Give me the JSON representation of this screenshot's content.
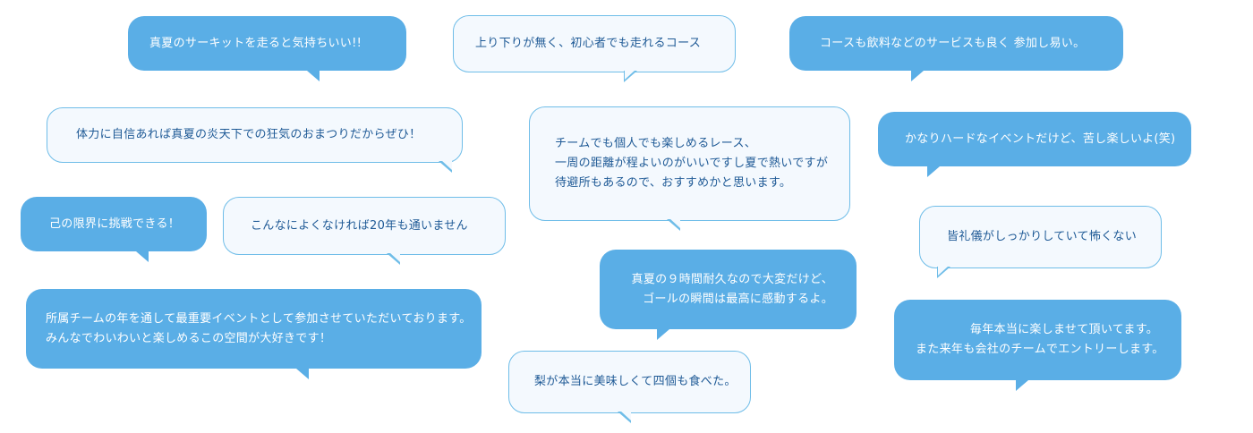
{
  "comments": [
    {
      "lines": [
        "真夏のサーキットを走ると気持ちいい!!"
      ]
    },
    {
      "lines": [
        "上り下りが無く、初心者でも走れるコース"
      ]
    },
    {
      "lines": [
        "コースも飲料などのサービスも良く 参加し易い。"
      ]
    },
    {
      "lines": [
        "体力に自信あれば真夏の炎天下での狂気のおまつりだからぜひ！"
      ]
    },
    {
      "lines": [
        "チームでも個人でも楽しめるレース、",
        "一周の距離が程よいのがいいですし夏で熱いですが",
        "待避所もあるので、おすすめかと思います。"
      ]
    },
    {
      "lines": [
        "かなりハードなイベントだけど、苦し楽しいよ(笑)"
      ]
    },
    {
      "lines": [
        "己の限界に挑戦できる！"
      ]
    },
    {
      "lines": [
        "こんなによくなければ20年も通いません"
      ]
    },
    {
      "lines": [
        "皆礼儀がしっかりしていて怖くない"
      ]
    },
    {
      "lines": [
        "真夏の９時間耐久なので大変だけど、",
        "ゴールの瞬間は最高に感動するよ。"
      ]
    },
    {
      "lines": [
        "所属チームの年を通して最重要イベントとして参加させていただいております。",
        "みんなでわいわいと楽しめるこの空間が大好きです！"
      ]
    },
    {
      "lines": [
        "毎年本当に楽しませて頂いてます。",
        "また来年も会社のチームでエントリーします。"
      ]
    },
    {
      "lines": [
        "梨が本当に美味しくて四個も食べた。"
      ]
    }
  ]
}
